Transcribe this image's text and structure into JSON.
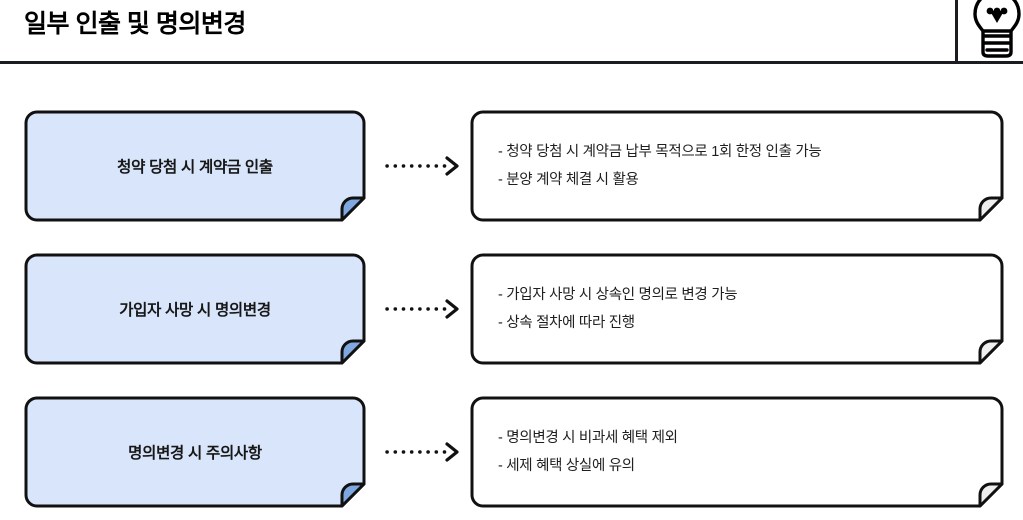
{
  "header": {
    "title": "일부 인출 및 명의변경",
    "icon": "lightbulb-icon",
    "rule_color": "#1b1b22"
  },
  "theme": {
    "card_fill": "#d8e5fa",
    "card_fold": "#7fa8e0",
    "card_stroke": "#111111",
    "note_fill": "#ffffff",
    "note_fold": "#efefef",
    "note_stroke": "#111111",
    "connector_color": "#111111"
  },
  "connector": {
    "style": "dotted-arrow",
    "label": "leads-to"
  },
  "rows": [
    {
      "title": "청약 당첨 시 계약금 인출",
      "details": [
        "- 청약 당첨 시 계약금 납부 목적으로 1회 한정 인출 가능",
        "- 분양 계약 체결 시 활용"
      ]
    },
    {
      "title": "가입자 사망 시 명의변경",
      "details": [
        "- 가입자 사망 시 상속인 명의로 변경 가능",
        "- 상속 절차에 따라 진행"
      ]
    },
    {
      "title": "명의변경 시 주의사항",
      "details": [
        "- 명의변경 시 비과세 혜택 제외",
        "- 세제 혜택 상실에 유의"
      ]
    }
  ]
}
